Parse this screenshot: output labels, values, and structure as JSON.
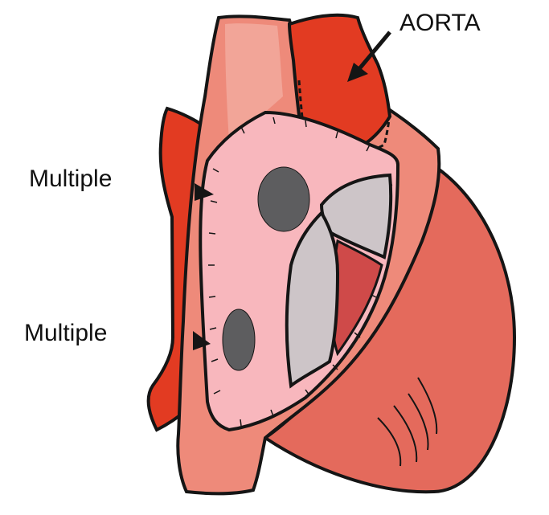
{
  "labels": {
    "aorta": "AORTA",
    "multiple_top": "Multiple",
    "multiple_bottom": "Multiple"
  },
  "colors": {
    "outer_wall": "#ee8a7a",
    "outer_wall_light": "#f2a598",
    "ventricle": "#e46a5c",
    "vessel": "#e23b22",
    "septum": "#f8b7bd",
    "valve": "#cdc5c8",
    "inner_cavity": "#cf4a49",
    "hole": "#5d5d5f",
    "outline": "#151515"
  }
}
